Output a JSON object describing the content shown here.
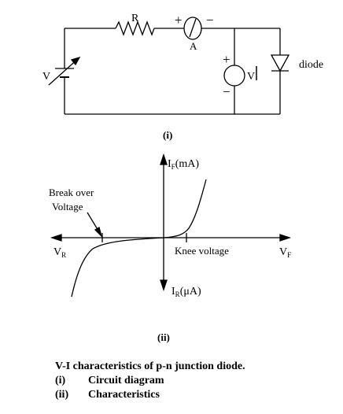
{
  "circuit": {
    "resistor_label": "R",
    "ammeter_label": "A",
    "ammeter_plus": "+",
    "ammeter_minus": "−",
    "source_label": "V",
    "voltmeter_label": "V",
    "voltmeter_plus": "+",
    "voltmeter_minus": "−",
    "diode_label": "diode",
    "figure_label": "(i)"
  },
  "characteristics": {
    "y_positive_label_main": "I",
    "y_positive_label_sub": "F",
    "y_positive_label_unit": "(mA)",
    "y_negative_label_main": "I",
    "y_negative_label_sub": "R",
    "y_negative_label_unit": "(μA)",
    "x_negative_label_main": "V",
    "x_negative_label_sub": "R",
    "x_positive_label_main": "V",
    "x_positive_label_sub": "F",
    "breakover_line1": "Break over",
    "breakover_line2": "Voltage",
    "knee_label": "Knee voltage",
    "figure_label": "(ii)"
  },
  "caption": {
    "title": "V-I characteristics  of p-n junction diode.",
    "items": [
      {
        "num": "(i)",
        "text": "Circuit diagram"
      },
      {
        "num": "(ii)",
        "text": "Characteristics"
      }
    ]
  }
}
